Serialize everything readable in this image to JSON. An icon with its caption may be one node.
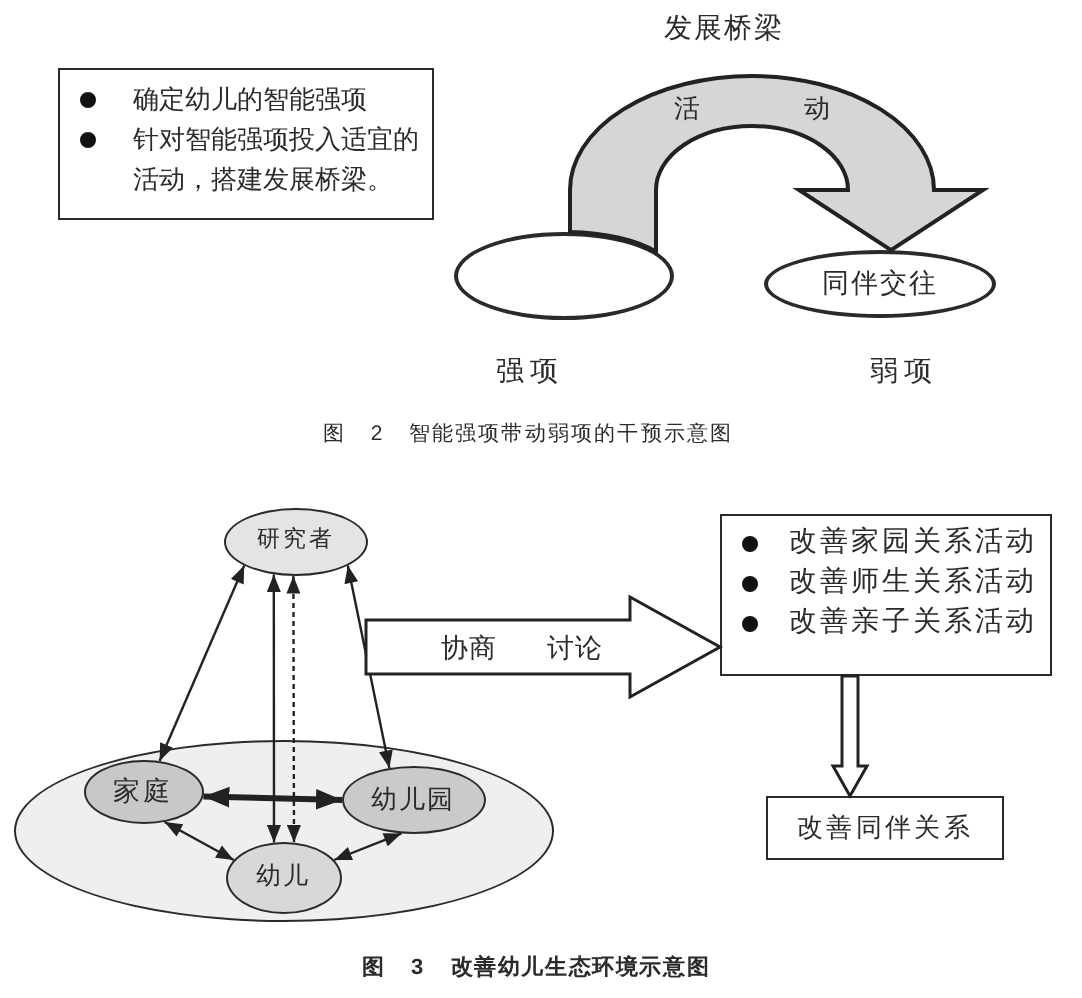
{
  "diagram": {
    "nodes": [
      {
        "text": [
          "确定幼儿的智能强项",
          "针对智能强项投入适宜的活动，搭建发展桥梁。"
        ]
      },
      {
        "text": [],
        "shape": "ellipse",
        "beside": [
          "强项"
        ]
      },
      {
        "text": [
          "同伴交往"
        ],
        "beside": [
          "弱项"
        ]
      },
      {
        "text": [
          "研究者"
        ]
      },
      {
        "text": [],
        "shape": "ellipse"
      },
      {
        "text": [
          "家庭"
        ],
        "in": 4
      },
      {
        "text": [
          "幼儿园"
        ],
        "in": 4
      },
      {
        "text": [
          "幼儿"
        ],
        "in": 4
      },
      {
        "text": [
          "改善家园关系活动",
          "改善师生关系活动",
          "改善亲子关系活动"
        ]
      },
      {
        "text": [
          "改善同伴关系"
        ]
      }
    ],
    "edges": [
      {
        "from": 1,
        "to": 2,
        "arrow": "to",
        "label": "活动",
        "style": "thick"
      },
      {
        "from": 3,
        "to": 5,
        "arrow": "both"
      },
      {
        "from": 3,
        "to": 6,
        "arrow": "both"
      },
      {
        "from": 3,
        "to": 7,
        "arrow": "both"
      },
      {
        "from": 3,
        "to": 7,
        "arrow": "both",
        "style": "dashed"
      },
      {
        "from": 5,
        "to": 6,
        "arrow": "both",
        "style": "thick"
      },
      {
        "from": 5,
        "to": 7,
        "arrow": "both"
      },
      {
        "from": 6,
        "to": 7,
        "arrow": "both"
      },
      {
        "from": null,
        "to": 8,
        "arrow": "to",
        "label": "协商 讨论",
        "style": "thick"
      },
      {
        "from": 8,
        "to": 9,
        "arrow": "to",
        "style": "thick"
      }
    ],
    "labels": [
      "发展桥梁",
      "图 2 智能强项带动弱项的干预示意图",
      "图 3 改善幼儿生态环境示意图"
    ]
  }
}
